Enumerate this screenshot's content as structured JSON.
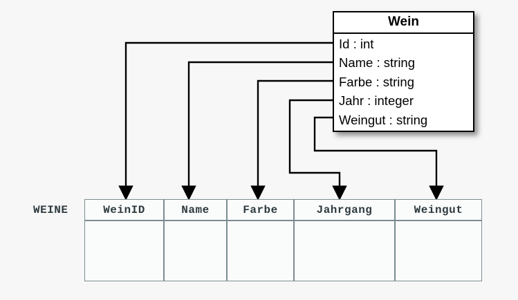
{
  "diagram": {
    "title_hidden": "",
    "background_color": "#f7f7f7",
    "line_color": "#000000",
    "table_border_color": "#7b8c90",
    "table_text_color": "#2e3b40"
  },
  "uml_class": {
    "name": "Wein",
    "attributes": [
      "Id : int",
      "Name : string",
      "Farbe : string",
      "Jahr : integer",
      "Weingut : string"
    ]
  },
  "relational_table": {
    "name": "WEINE",
    "columns": [
      "WeinID",
      "Name",
      "Farbe",
      "Jahrgang",
      "Weingut"
    ],
    "rows": [
      [
        "",
        "",
        "",
        "",
        ""
      ]
    ]
  },
  "mappings": [
    {
      "from": "Id : int",
      "to": "WeinID"
    },
    {
      "from": "Name : string",
      "to": "Name"
    },
    {
      "from": "Farbe : string",
      "to": "Farbe"
    },
    {
      "from": "Jahr : integer",
      "to": "Jahrgang"
    },
    {
      "from": "Weingut : string",
      "to": "Weingut"
    }
  ]
}
